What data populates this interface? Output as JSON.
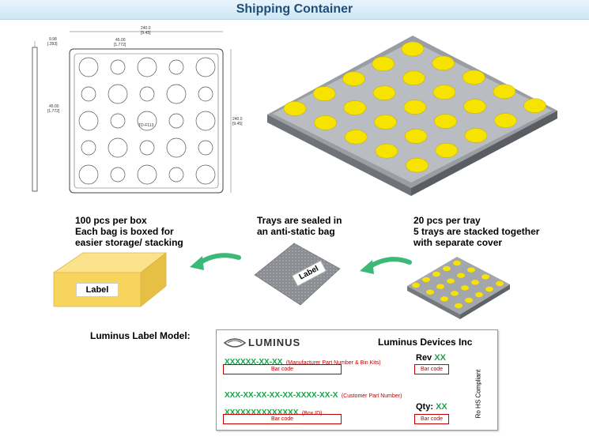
{
  "header": {
    "title": "Shipping Container"
  },
  "drawing": {
    "dim_thickness": "9.98",
    "dim_thickness_in": "[.393]",
    "dim_pitch": "45.00",
    "dim_pitch_in": "[1.772]",
    "dim_width": "240.0",
    "dim_width_in": "[9.45]",
    "dim_height": "240.0",
    "dim_height_in": "[9.45]",
    "dim_left": "45.00",
    "dim_left_in": "[1.772]",
    "tray_id": "TD-F113"
  },
  "steps": {
    "box": {
      "line1": "100 pcs per box",
      "line2": "Each bag is boxed for",
      "line3": "easier storage/ stacking",
      "label": "Label"
    },
    "bag": {
      "line1": "Trays are sealed in",
      "line2": "an anti-static bag",
      "label": "Label"
    },
    "tray": {
      "line1": "20 pcs per tray",
      "line2": "5 trays are stacked together",
      "line3": "with separate cover"
    }
  },
  "label_model": {
    "title": "Luminus Label Model:",
    "logo_text": "LUMINUS",
    "company": "Luminus Devices Inc",
    "part_code": "XXXXXX-XX-XX",
    "part_desc": "(Manufacturer Part Number & Bin Kits)",
    "rev_label": "Rev",
    "rev_value": "XX",
    "customer_code": "XXX-XX-XX-XX-XX-XXXX-XX-X",
    "customer_desc": "(Customer Part Number)",
    "box_code": "XXXXXXXXXXXXXX",
    "box_desc": "(Box ID)",
    "qty_label": "Qty:",
    "qty_value": "XX",
    "barcode": "Bar code",
    "rohs": "Ro HS Compliant"
  },
  "colors": {
    "led_yellow": "#f7e300",
    "barcode_red": "#c00000",
    "code_green": "#1aa34a",
    "box_yellow": "#f6d45e",
    "arrow_green": "#3cb878"
  }
}
